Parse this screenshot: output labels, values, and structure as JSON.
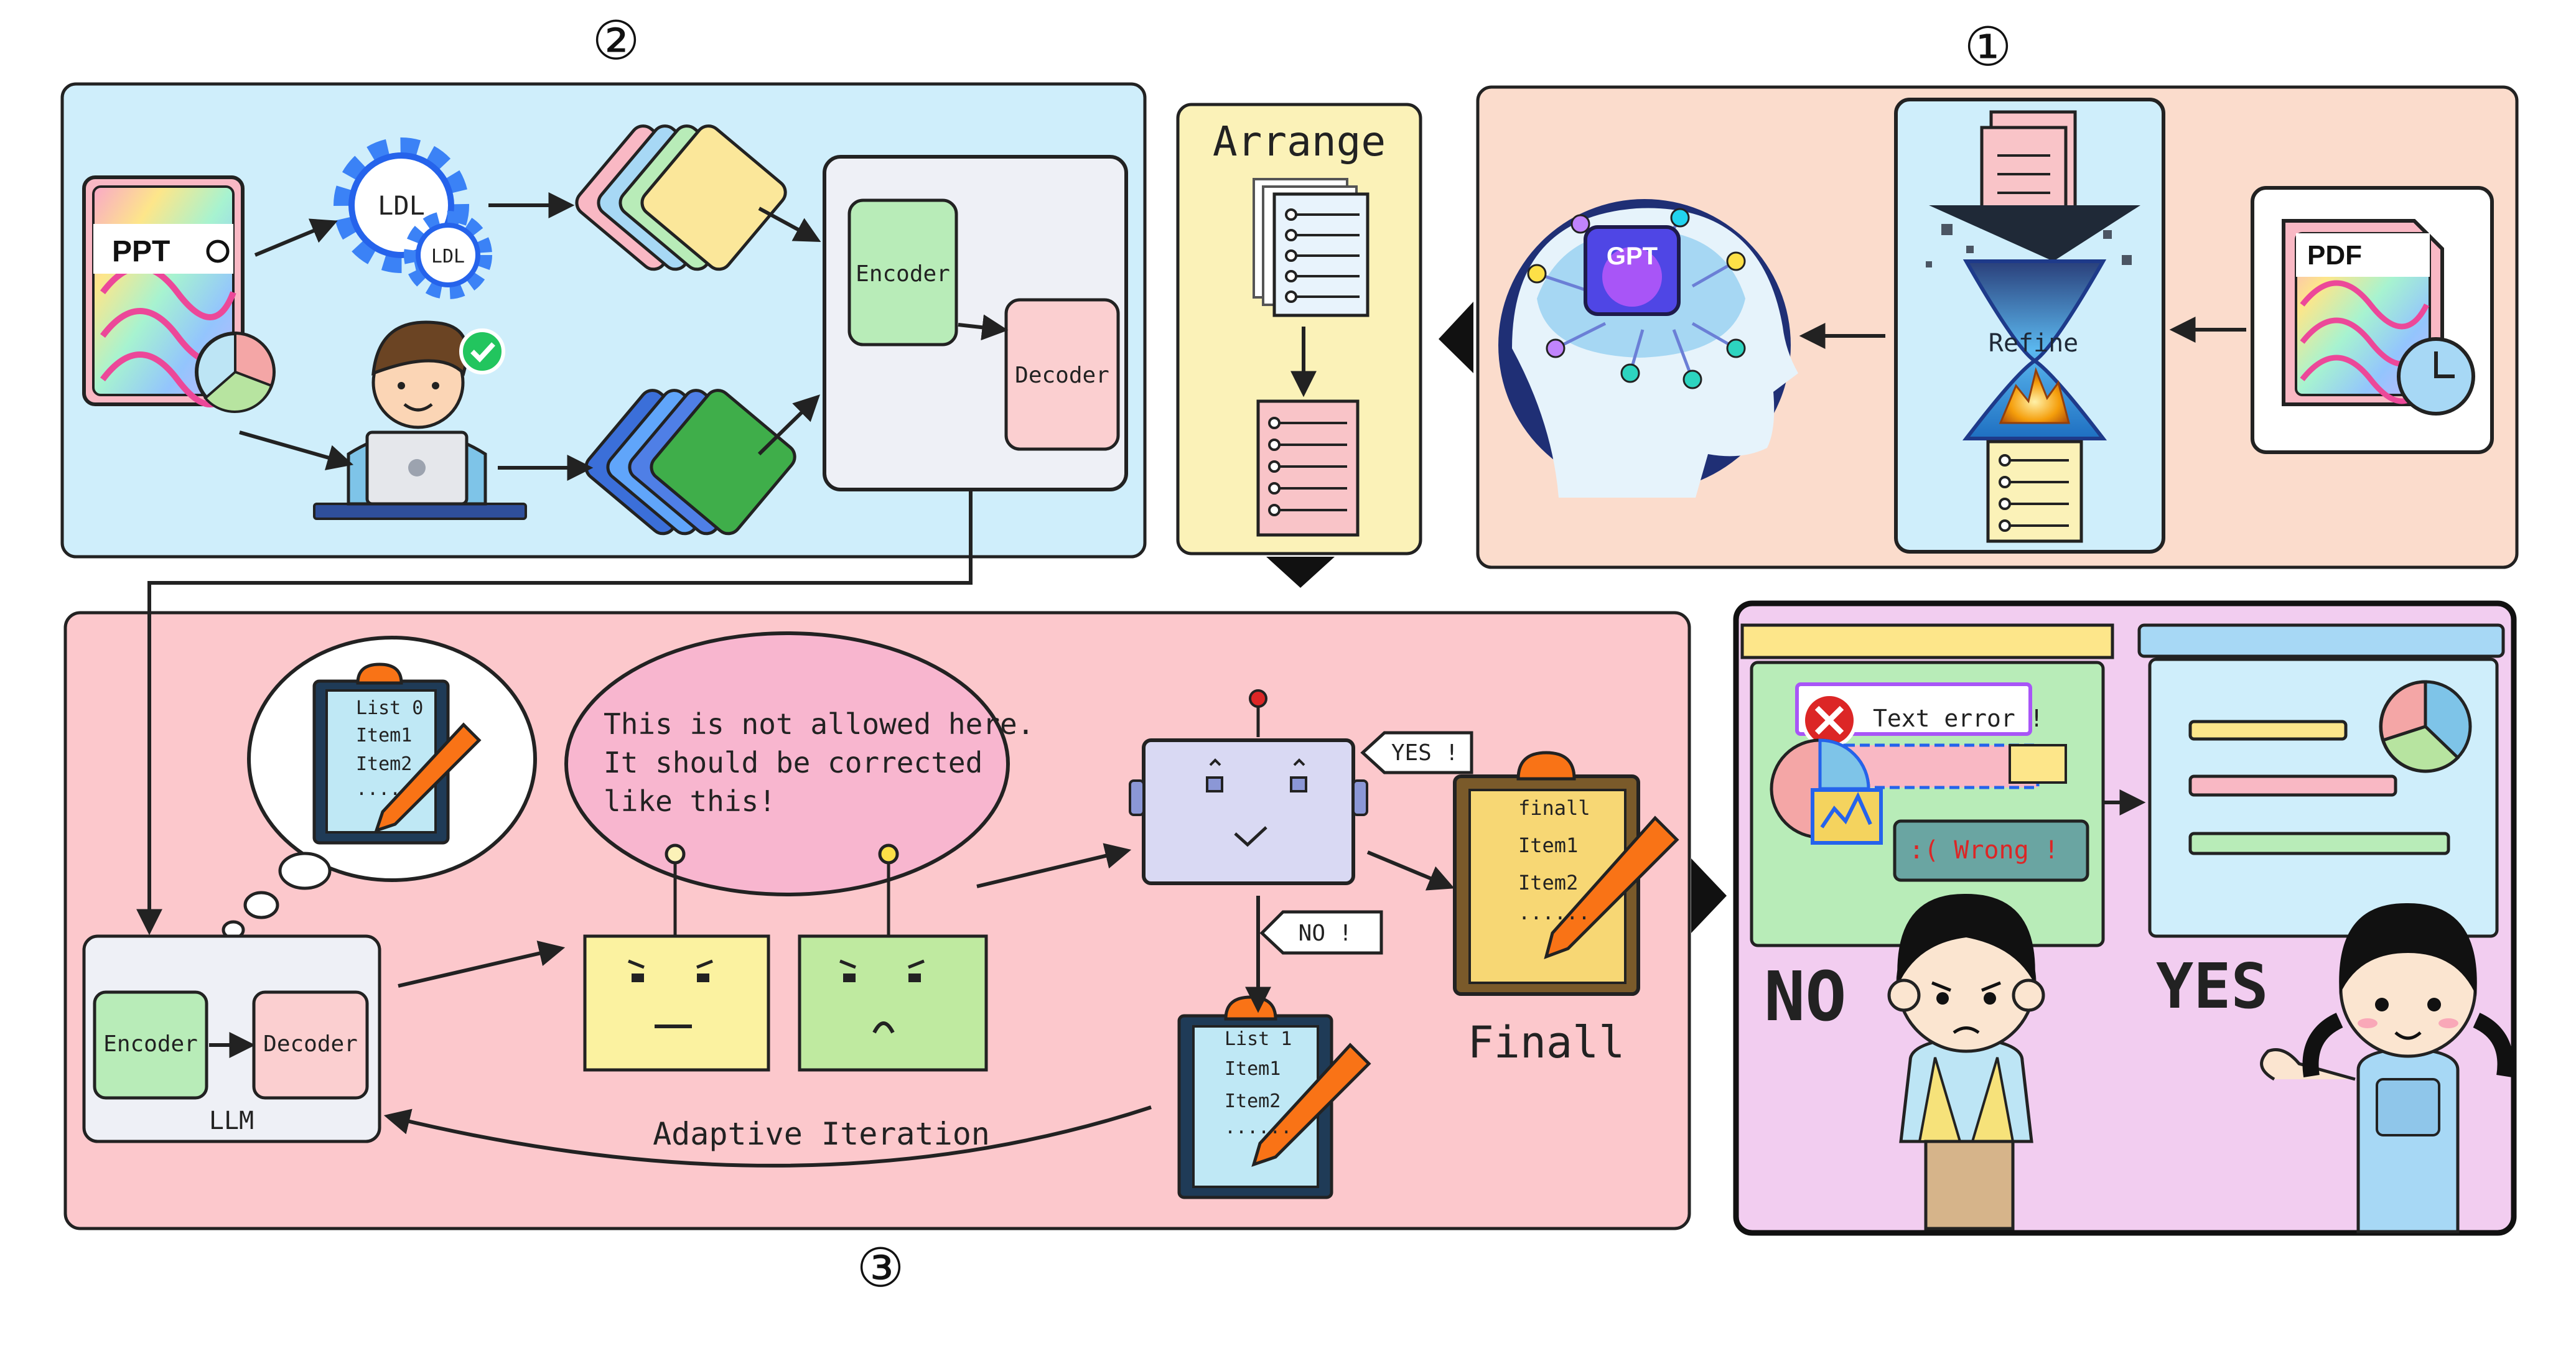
{
  "panel_labels": {
    "p1": "①",
    "p2": "②",
    "p3": "③"
  },
  "arrange": {
    "title": "Arrange"
  },
  "panel1": {
    "gpt_label": "GPT",
    "refine_label": "Refine",
    "pdf_label": "PDF"
  },
  "panel2": {
    "ppt_label": "PPT",
    "ldl_big": "LDL",
    "ldl_small": "LDL",
    "encoder_label": "Encoder",
    "decoder_label": "Decoder"
  },
  "panel3": {
    "thought_list": [
      "List 0",
      "Item1",
      "Item2",
      "......"
    ],
    "speech_text": [
      "This is not allowed here.",
      "It should be corrected",
      "like this!"
    ],
    "yes_label": "YES !",
    "no_label": "NO !",
    "final_list": [
      "finall",
      "Item1",
      "Item2",
      "......"
    ],
    "final_title": "Finall",
    "revise_list": [
      "List 1",
      "Item1",
      "Item2",
      "......"
    ],
    "llm_encoder": "Encoder",
    "llm_decoder": "Decoder",
    "llm_label": "LLM",
    "adaptive_label": "Adaptive Iteration"
  },
  "panel4": {
    "text_error": "Text error !",
    "wrong_text": ":(  Wrong !",
    "no_label": "NO",
    "yes_label": "YES"
  },
  "colors": {
    "panel1_bg": "#fbdccc",
    "panel2_bg": "#cfeefb",
    "panel3_bg": "#fcc8cc",
    "panel4_bg": "#f2cdf0",
    "arrange_bg": "#fbf2b8",
    "encoder": "#b8ecb8",
    "decoder": "#fbcfd0",
    "llm_box": "#eef0f6"
  }
}
